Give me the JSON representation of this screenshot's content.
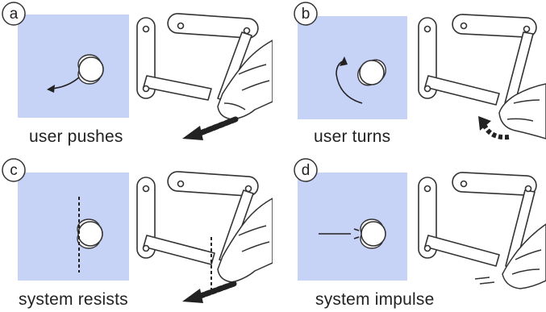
{
  "colors": {
    "pad": "#c7d2f7",
    "line": "#333333",
    "hand": "#ffffff"
  },
  "panels": [
    {
      "badge": "a",
      "caption": "user pushes",
      "gesture": "push-arrow",
      "indicator": "left-arrow"
    },
    {
      "badge": "b",
      "caption": "user turns",
      "gesture": "turn-arrow",
      "indicator": "curved-arrow"
    },
    {
      "badge": "c",
      "caption": "system resists",
      "gesture": "resist-line",
      "indicator": "dashed-line"
    },
    {
      "badge": "d",
      "caption": "system impulse",
      "gesture": "impulse-line",
      "indicator": "impulse"
    }
  ]
}
